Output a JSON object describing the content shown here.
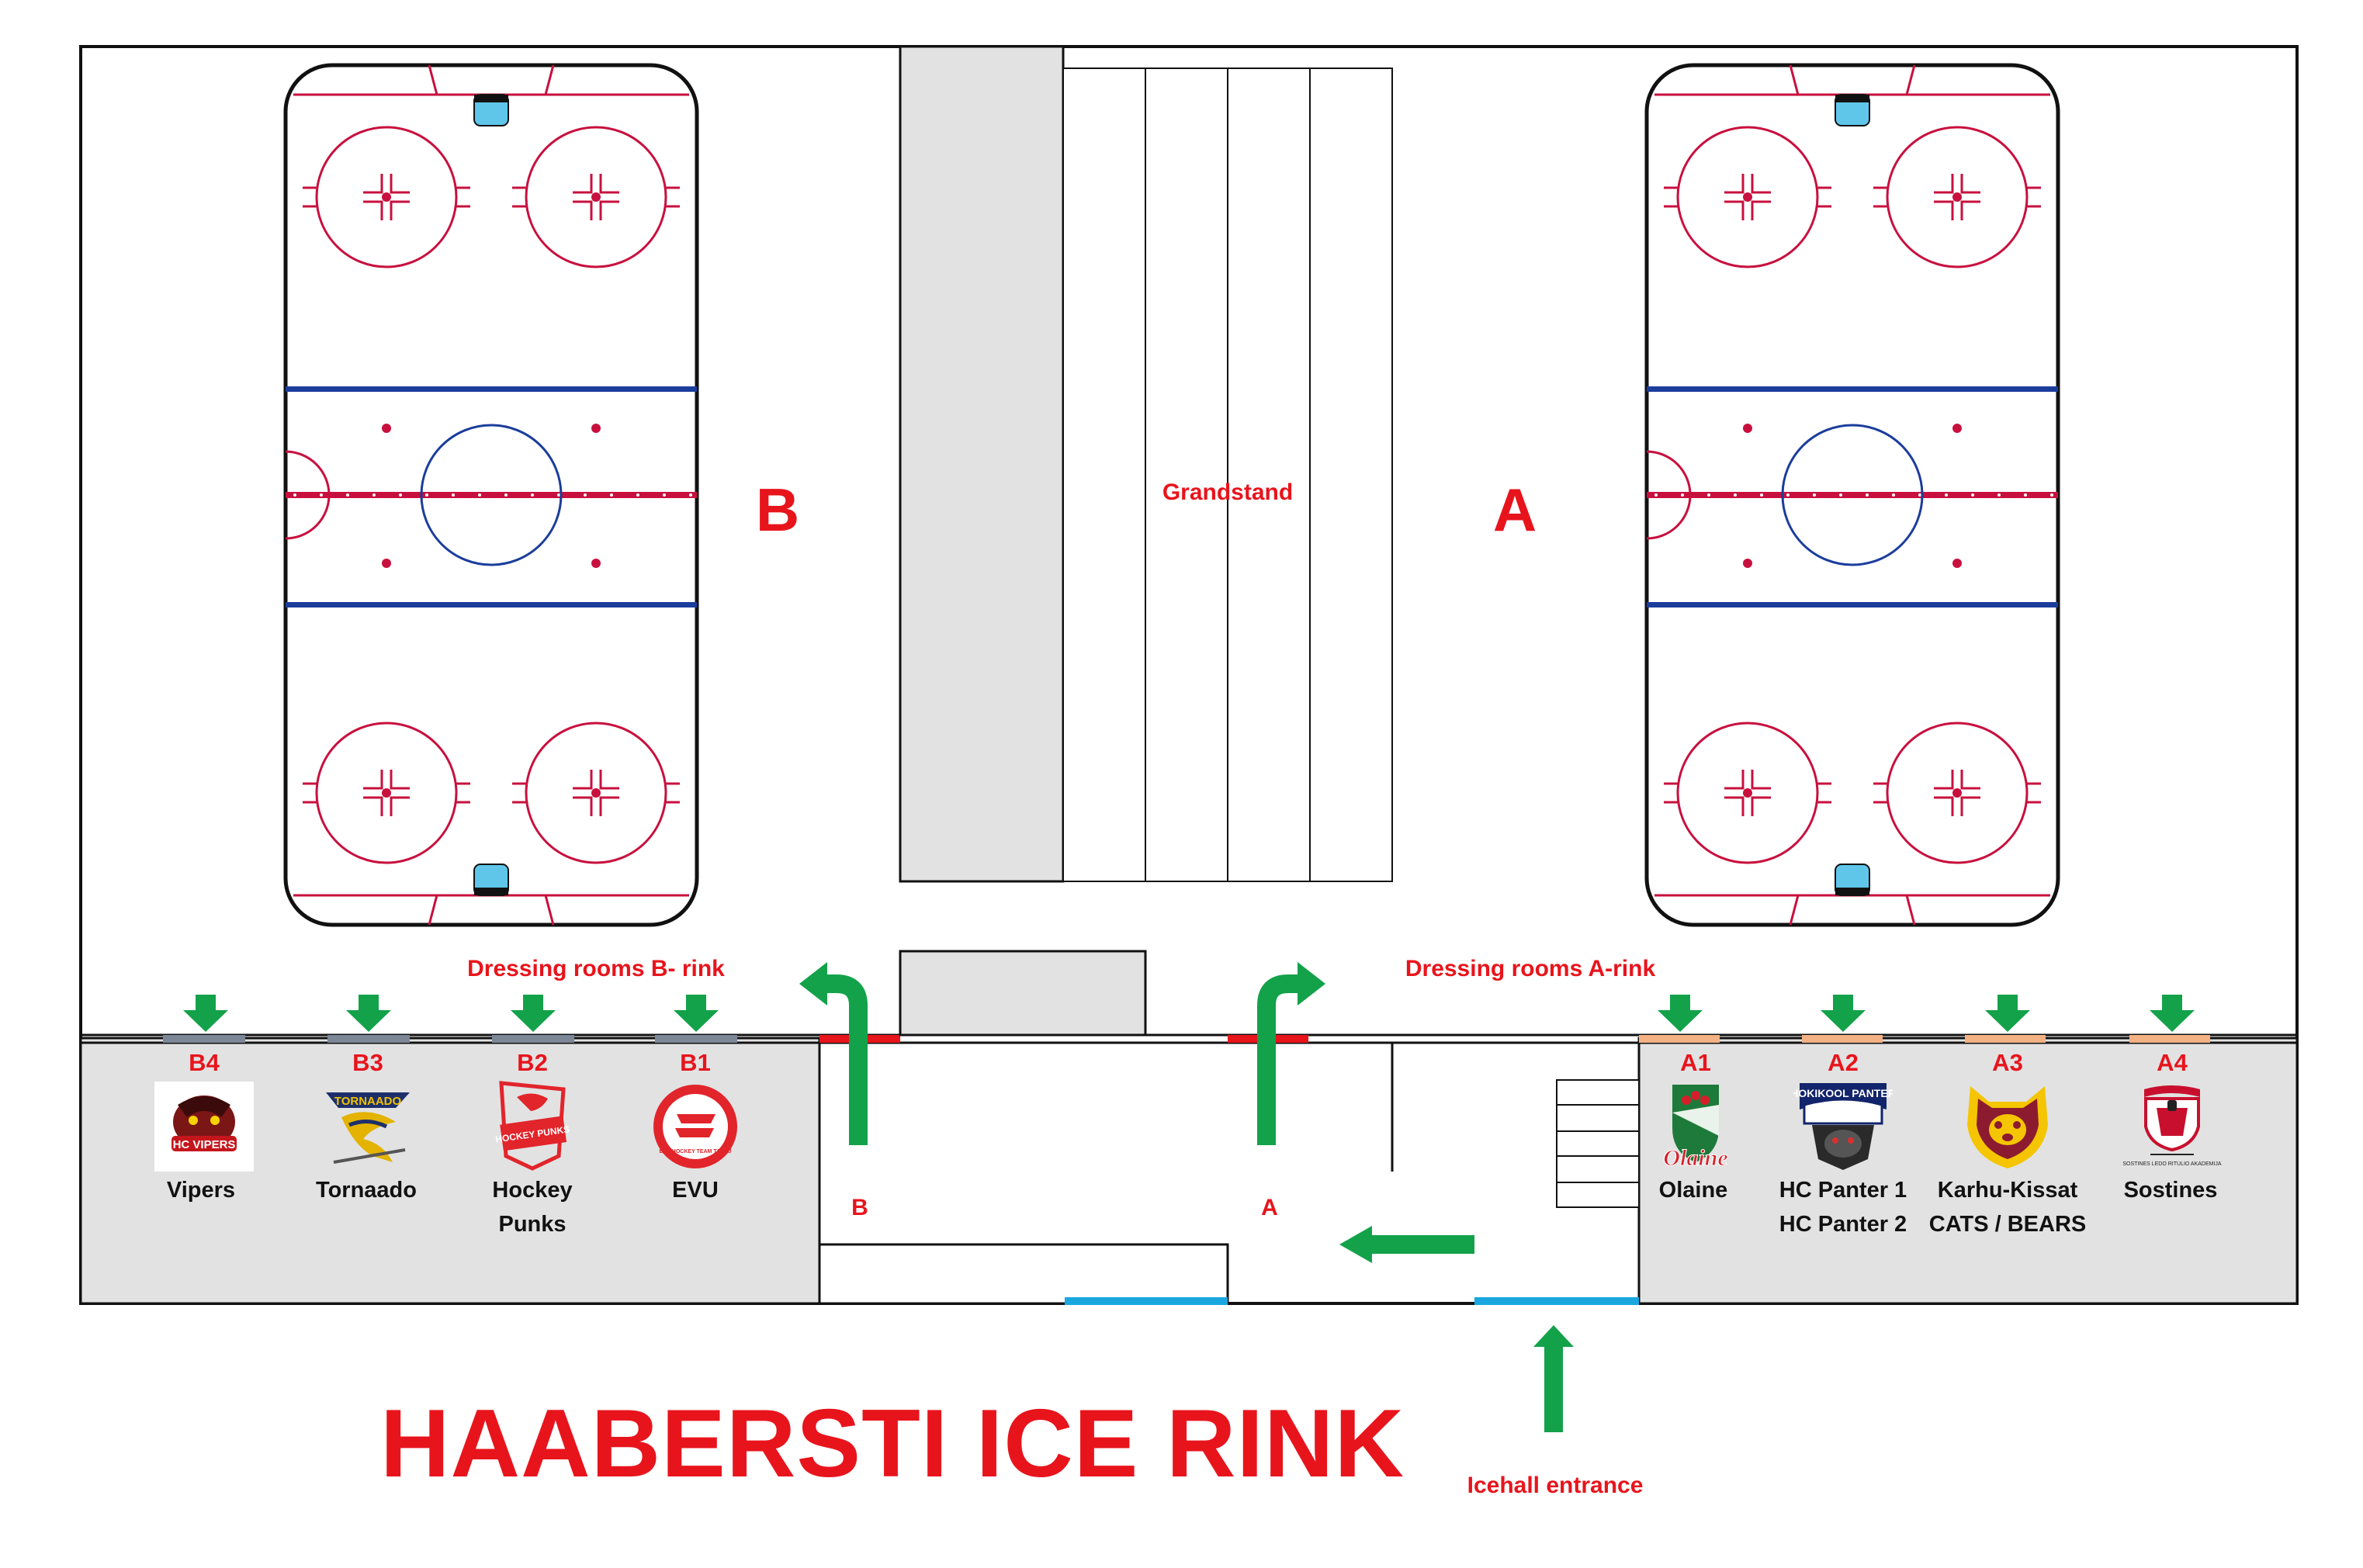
{
  "title": "HAABERSTI ICE RINK",
  "entrance_label": "Icehall entrance",
  "grandstand_label": "Grandstand",
  "rinks": [
    {
      "letter": "B"
    },
    {
      "letter": "A"
    }
  ],
  "dressing_rooms_b_label": "Dressing rooms B- rink",
  "dressing_rooms_a_label": "Dressing rooms A-rink",
  "corridor_labels": {
    "b": "B",
    "a": "A"
  },
  "rooms_b": [
    {
      "code": "B4",
      "team": "Vipers",
      "logo": "vipers-logo",
      "logo_text": "HC VIPERS"
    },
    {
      "code": "B3",
      "team": "Tornaado",
      "logo": "tornaado-logo",
      "logo_text": "TORNAADO"
    },
    {
      "code": "B2",
      "team": "Hockey",
      "team2": "Punks",
      "logo": "hockey-punks-logo",
      "logo_text": "HOCKEY PUNKS"
    },
    {
      "code": "B1",
      "team": "EVU",
      "logo": "evu-logo",
      "logo_text": "EVU HOCKEY TEAM TARTU"
    }
  ],
  "rooms_a": [
    {
      "code": "A1",
      "team": "Olaine",
      "logo": "olaine-logo",
      "logo_text": "Olaine"
    },
    {
      "code": "A2",
      "team": "HC Panter 1",
      "team2": "HC Panter 2",
      "logo": "panter-logo",
      "logo_text": "HOKIKOOL PANTER"
    },
    {
      "code": "A3",
      "team": "Karhu-Kissat",
      "team2": "CATS / BEARS",
      "logo": "karhu-kissat-logo",
      "logo_text": ""
    },
    {
      "code": "A4",
      "team": "Sostines",
      "logo": "sostines-logo",
      "logo_text": "SOSTINES LEDO RITULIO AKADEMIJA"
    }
  ],
  "colors": {
    "label_red": "#e8141c",
    "arrow_green": "#13a24a",
    "rink_red": "#c8103e",
    "rink_blue": "#1b3d9c",
    "crease_blue": "#5fc6ea",
    "door_blue": "#1aa7df",
    "door_red": "#e8141c",
    "room_bar_gray": "#7c8798",
    "room_bar_orange": "#f4b183",
    "building_gray": "#e2e2e2"
  }
}
